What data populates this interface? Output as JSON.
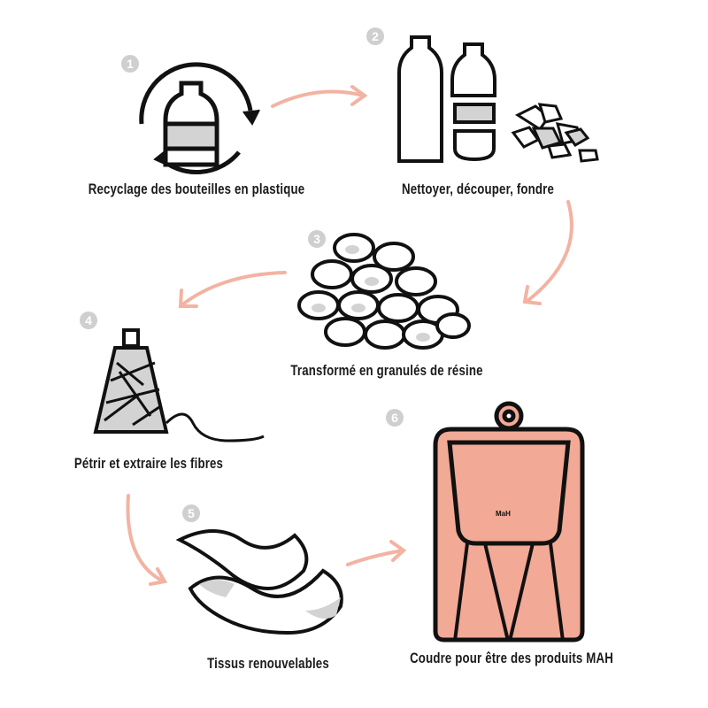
{
  "colors": {
    "accent": "#f2a995",
    "arrow": "#f3b3a2",
    "badge": "#cfcfcf",
    "ink": "#111111",
    "fill_grey": "#d3d3d3"
  },
  "steps": [
    {
      "number": "1",
      "label": "Recyclage des bouteilles en plastique",
      "icon": "recycle-bottle-icon"
    },
    {
      "number": "2",
      "label": "Nettoyer, découper, fondre",
      "icon": "cut-bottles-icon"
    },
    {
      "number": "3",
      "label": "Transformé en granulés de résine",
      "icon": "resin-pellets-icon"
    },
    {
      "number": "4",
      "label": "Pétrir et extraire les fibres",
      "icon": "thread-spool-icon"
    },
    {
      "number": "5",
      "label": "Tissus renouvelables",
      "icon": "fabric-icon"
    },
    {
      "number": "6",
      "label": "Coudre pour être des produits MAH",
      "icon": "backpack-icon"
    }
  ],
  "backpack_logo": "MaH"
}
